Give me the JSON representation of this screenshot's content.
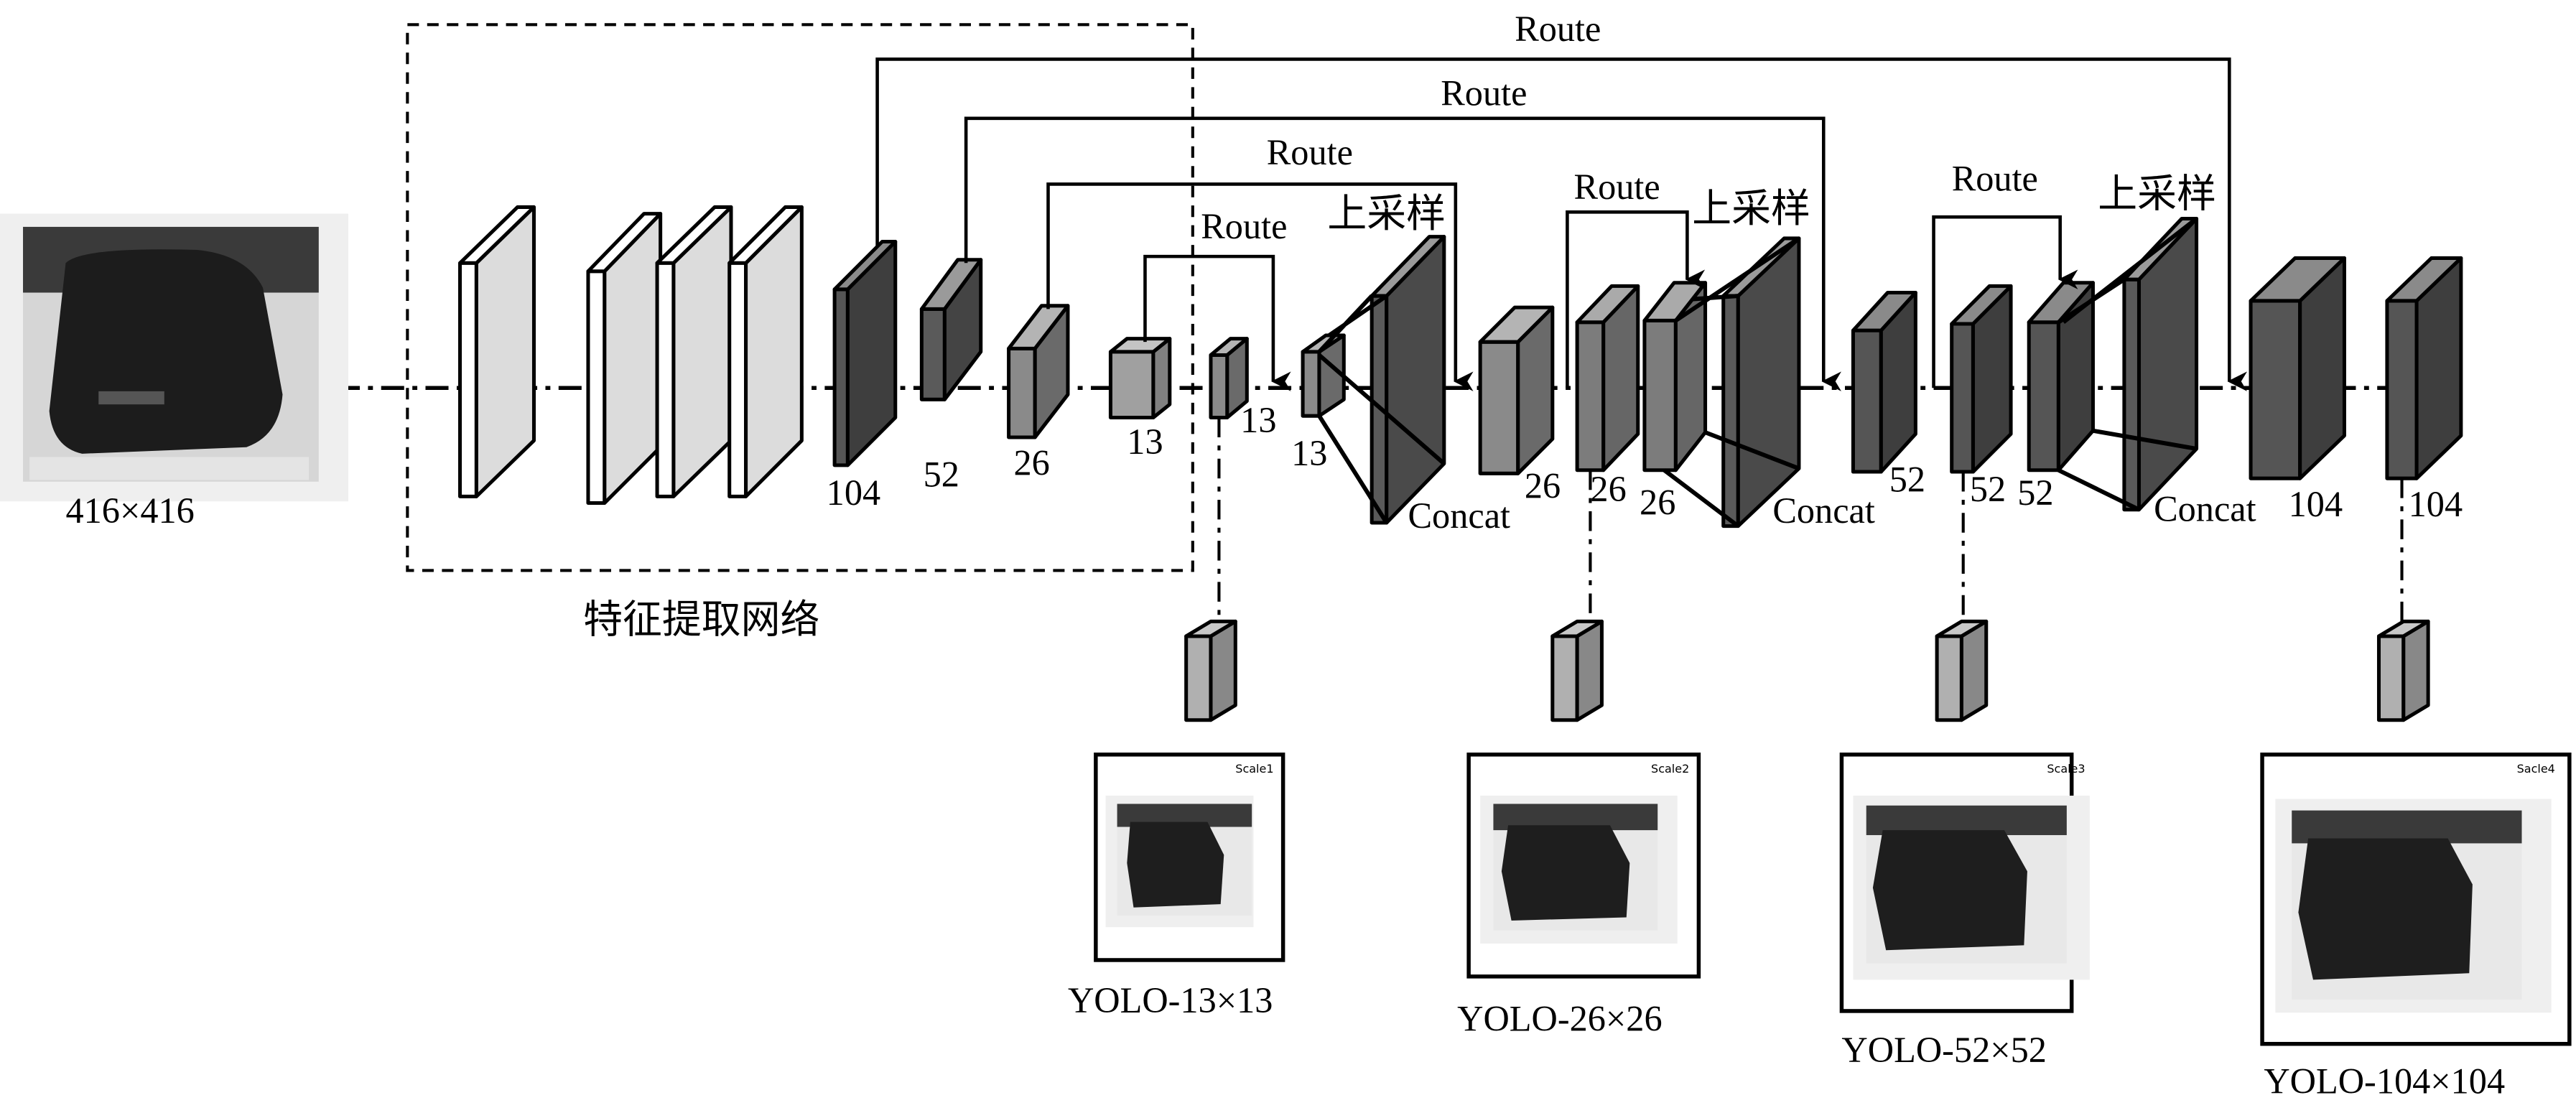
{
  "input": {
    "label": "416×416",
    "image": "car-rear-photo"
  },
  "backbone": {
    "label": "特征提取网络"
  },
  "layers": {
    "b104": "104",
    "b52": "52",
    "b26": "26",
    "b13": "13",
    "n13a": "13",
    "n13b": "13",
    "n26a": "26",
    "n26b": "26",
    "n26c": "26",
    "n52a": "52",
    "n52b": "52",
    "n52c": "52",
    "n104a": "104",
    "n104b": "104"
  },
  "connections": {
    "route": "Route",
    "upsample": "上采样",
    "concat": "Concat"
  },
  "outputs": [
    {
      "scale": "Scale1",
      "label": "YOLO-13×13"
    },
    {
      "scale": "Scale2",
      "label": "YOLO-26×26"
    },
    {
      "scale": "Scale3",
      "label": "YOLO-52×52"
    },
    {
      "scale": "Sacle4",
      "label": "YOLO-104×104"
    }
  ],
  "colors": {
    "light_panel": "#dcdcdc",
    "dark_block": "#4a4a4a",
    "mid_block": "#7a7a7a",
    "light_block": "#a8a8a8"
  }
}
